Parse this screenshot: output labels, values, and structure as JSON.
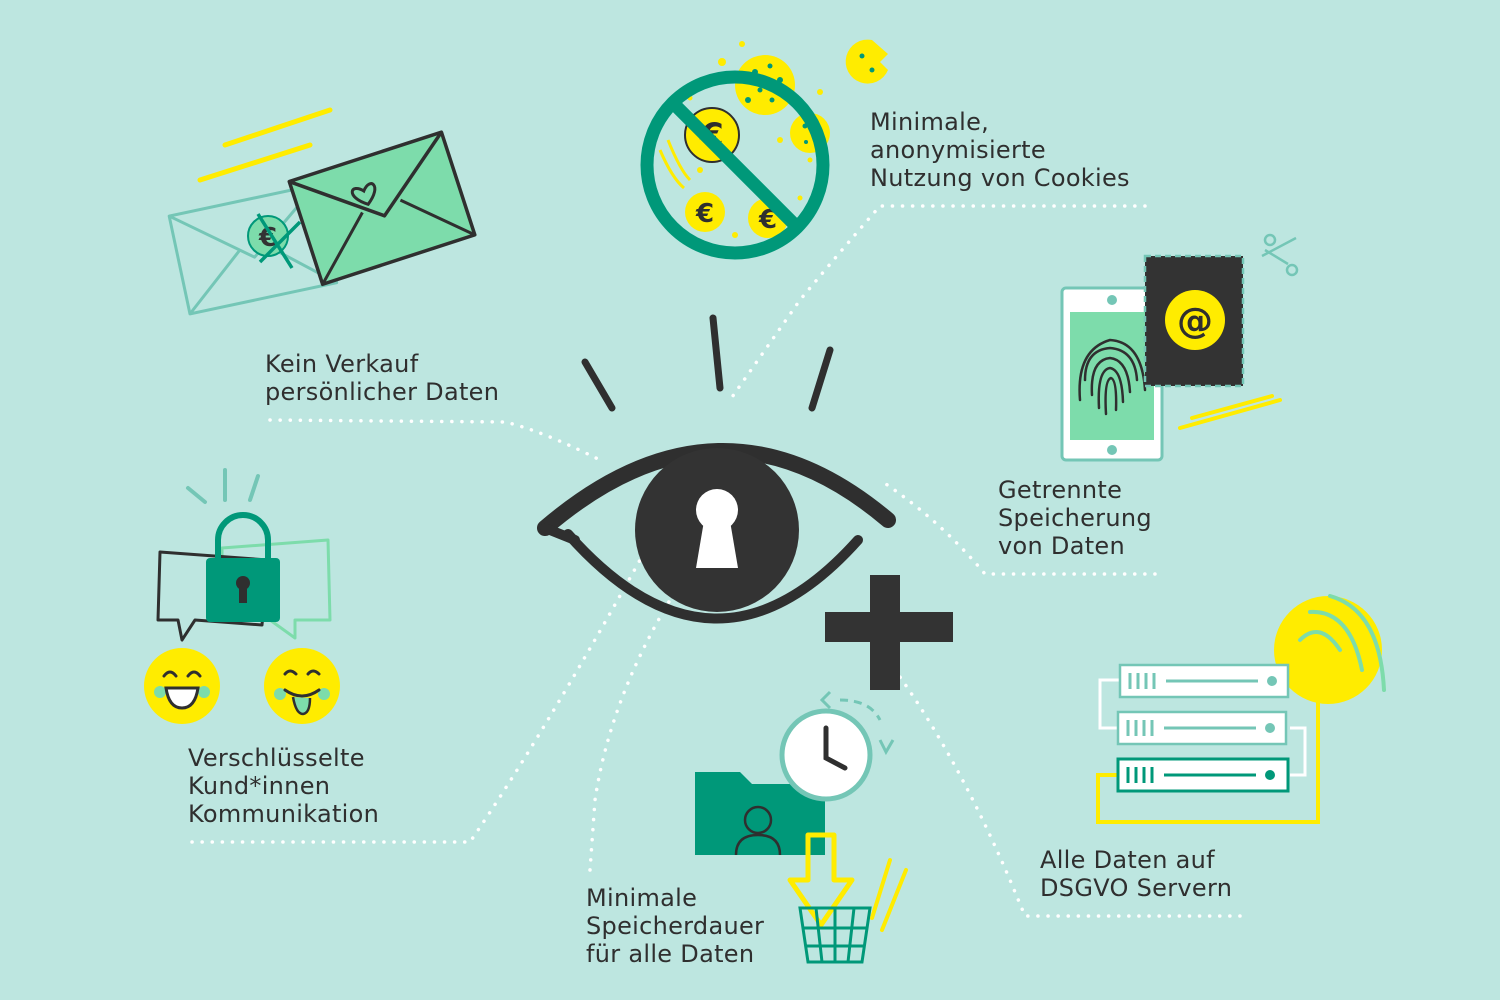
{
  "colors": {
    "background": "#bde6e0",
    "dark": "#333333",
    "green": "#7ddcab",
    "teal": "#009879",
    "yellow": "#ffec00",
    "white": "#ffffff"
  },
  "features": [
    {
      "id": "no-sale",
      "icon": "envelope-icon",
      "lines": [
        "Kein Verkauf",
        "persönlicher Daten"
      ]
    },
    {
      "id": "cookies",
      "icon": "no-cookies-icon",
      "lines": [
        "Minimale,",
        "anonymisierte",
        "Nutzung von Cookies"
      ]
    },
    {
      "id": "separate-storage",
      "icon": "phone-fingerprint-icon",
      "lines": [
        "Getrennte",
        "Speicherung",
        "von Daten"
      ]
    },
    {
      "id": "encrypted",
      "icon": "padlock-chat-icon",
      "lines": [
        "Verschlüsselte",
        "Kund*innen",
        "Kommunikation"
      ]
    },
    {
      "id": "retention",
      "icon": "clock-folder-trash-icon",
      "lines": [
        "Minimale",
        "Speicherdauer",
        "für alle Daten"
      ]
    },
    {
      "id": "dsgvo",
      "icon": "server-icon",
      "lines": [
        "Alle Daten auf",
        "DSGVO Servern"
      ]
    }
  ],
  "center": {
    "icon": "eye-keyhole-icon",
    "plus": "plus-icon"
  },
  "glyphs": {
    "euro": "€",
    "at": "@"
  }
}
